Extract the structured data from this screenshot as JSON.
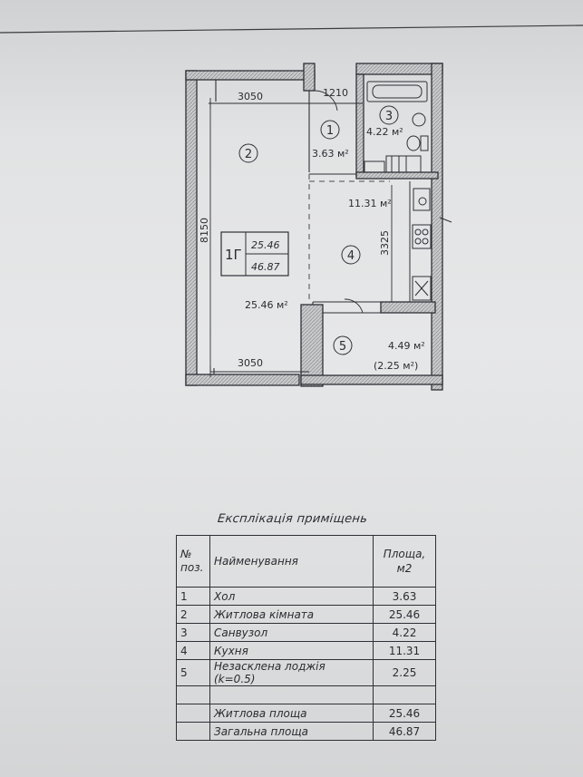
{
  "plan": {
    "dimensions": {
      "top_width": "3050",
      "top_side": "1210",
      "bottom_width": "3050",
      "height": "8150",
      "kitchen_length": "3325"
    },
    "rooms": [
      {
        "num": "1",
        "area_label": "3.63 м²"
      },
      {
        "num": "2",
        "area_label": "25.46 м²"
      },
      {
        "num": "3",
        "area_label": "4.22 м²"
      },
      {
        "num": "4",
        "area_label": "11.31 м²"
      },
      {
        "num": "5",
        "area_label": "4.49 м²",
        "area_reduced": "(2.25 м²)"
      }
    ],
    "unit_box": {
      "code": "1Г",
      "living_area": "25.46",
      "total_area": "46.87"
    }
  },
  "explication": {
    "title": "Експлікація приміщень",
    "headers": {
      "num": "№ поз.",
      "name": "Найменування",
      "area": "Площа, м2"
    },
    "rows": [
      {
        "num": "1",
        "name": "Хол",
        "area": "3.63"
      },
      {
        "num": "2",
        "name": "Житлова кімната",
        "area": "25.46"
      },
      {
        "num": "3",
        "name": "Санвузол",
        "area": "4.22"
      },
      {
        "num": "4",
        "name": "Кухня",
        "area": "11.31"
      },
      {
        "num": "5",
        "name": "Незасклена лоджія (k=0.5)",
        "area": "2.25"
      }
    ],
    "totals": [
      {
        "name": "Житлова площа",
        "area": "25.46"
      },
      {
        "name": "Загальна площа",
        "area": "46.87"
      }
    ]
  }
}
